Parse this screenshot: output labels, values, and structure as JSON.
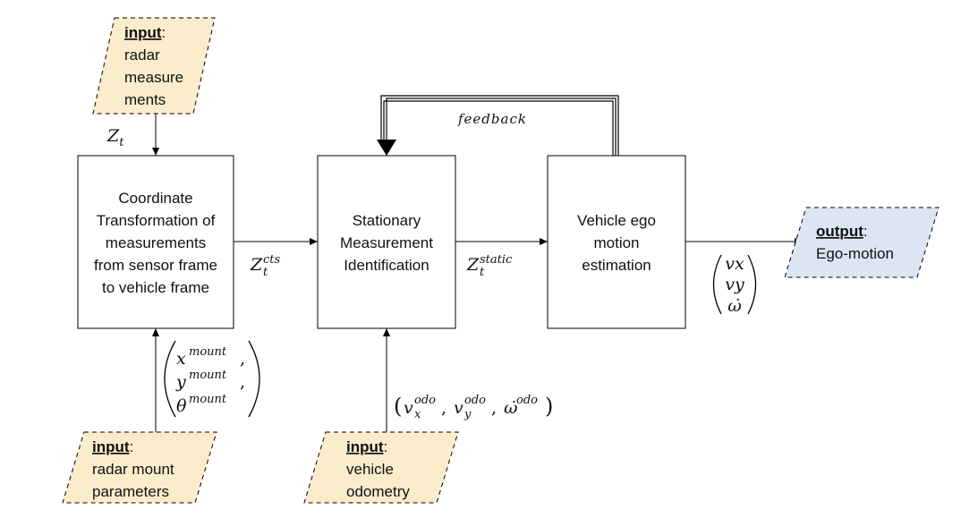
{
  "colors": {
    "input_fill": "#fbeccb",
    "output_fill": "#dce5f3",
    "stroke": "#000000"
  },
  "inputs": {
    "radar": {
      "keyword": "input",
      "colon": ":",
      "lines": [
        "radar",
        "measure",
        "ments"
      ]
    },
    "mount": {
      "keyword": "input",
      "colon": ":",
      "lines": [
        "radar mount",
        "parameters"
      ]
    },
    "odometry": {
      "keyword": "input",
      "colon": ":",
      "lines": [
        "vehicle",
        "odometry"
      ]
    }
  },
  "output": {
    "keyword": "output",
    "colon": ":",
    "lines": [
      "Ego-motion"
    ]
  },
  "boxes": {
    "transform": {
      "lines": [
        "Coordinate",
        "Transformation of",
        "measurements",
        "from sensor frame",
        "to vehicle frame"
      ]
    },
    "stationary": {
      "lines": [
        "Stationary",
        "Measurement",
        "Identification"
      ]
    },
    "ego": {
      "lines": [
        "Vehicle ego",
        "motion",
        "estimation"
      ]
    }
  },
  "labels": {
    "feedback": "feedback",
    "z_t": {
      "base": "Z",
      "sub": "t"
    },
    "z_cts": {
      "base": "Z",
      "sub": "t",
      "sup": "cts"
    },
    "z_static": {
      "base": "Z",
      "sub": "t",
      "sup": "static"
    },
    "mount_vector": [
      {
        "base": "x",
        "sup": "mount",
        "trail": ","
      },
      {
        "base": "y",
        "sup": "mount",
        "trail": ","
      },
      {
        "base": "θ",
        "sup": "mount",
        "trail": ""
      }
    ],
    "odo_vector": {
      "open": "(",
      "close": ")",
      "items": [
        {
          "base": "v",
          "sub": "x",
          "sup": "odo",
          "trail": ","
        },
        {
          "base": "v",
          "sub": "y",
          "sup": "odo",
          "trail": ","
        },
        {
          "base": "ω̇",
          "sup": "odo",
          "trail": ""
        }
      ]
    },
    "output_vector": [
      "vx",
      "vy",
      "ω̇"
    ]
  }
}
